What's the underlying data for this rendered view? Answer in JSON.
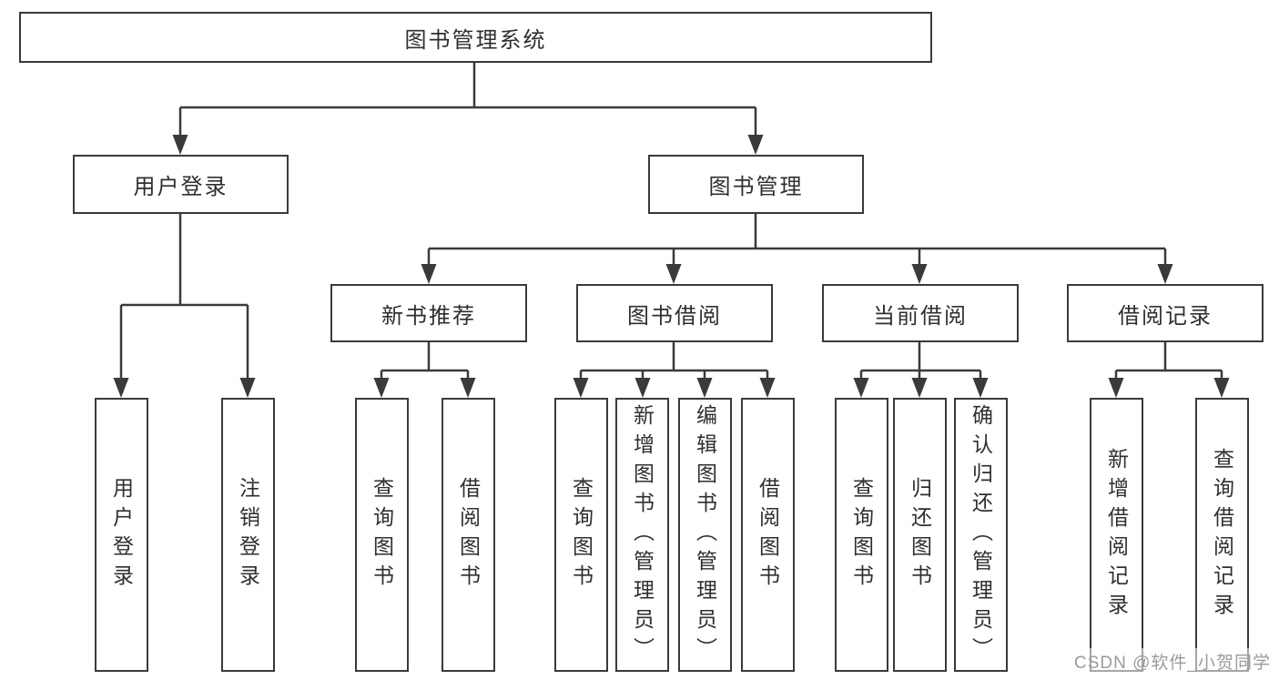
{
  "colors": {
    "line": "#3a3a3a",
    "text": "#2f2f2f",
    "box_bg": "#ffffff",
    "background": "#ffffff",
    "watermark": "#9b9b9b"
  },
  "watermark": {
    "text": "CSDN @软件_小贺同学"
  },
  "tree": {
    "root": {
      "label": "图书管理系统",
      "children": [
        {
          "label": "用户登录",
          "children": [
            {
              "label": "用户登录"
            },
            {
              "label": "注销登录"
            }
          ]
        },
        {
          "label": "图书管理",
          "children": [
            {
              "label": "新书推荐",
              "children": [
                {
                  "label": "查询图书"
                },
                {
                  "label": "借阅图书"
                }
              ]
            },
            {
              "label": "图书借阅",
              "children": [
                {
                  "label": "查询图书"
                },
                {
                  "label": "新增图书（管理员）"
                },
                {
                  "label": "编辑图书（管理员）"
                },
                {
                  "label": "借阅图书"
                }
              ]
            },
            {
              "label": "当前借阅",
              "children": [
                {
                  "label": "查询图书"
                },
                {
                  "label": "归还图书"
                },
                {
                  "label": "确认归还（管理员）"
                }
              ]
            },
            {
              "label": "借阅记录",
              "children": [
                {
                  "label": "新增借阅记录"
                },
                {
                  "label": "查询借阅记录"
                }
              ]
            }
          ]
        }
      ]
    }
  }
}
